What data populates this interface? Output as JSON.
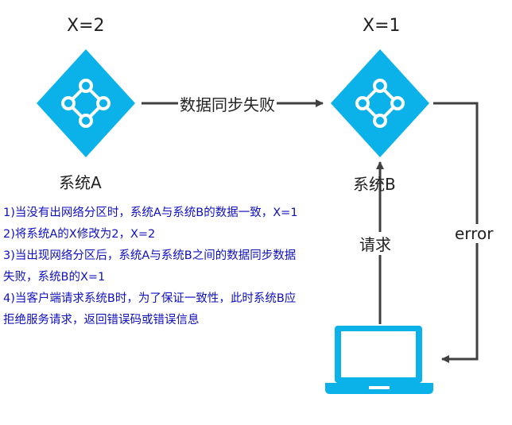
{
  "nodes": {
    "a": {
      "value_label": "X=2",
      "name": "系统A",
      "icon": "network-node-icon"
    },
    "b": {
      "value_label": "X=1",
      "name": "系统B",
      "icon": "network-node-icon"
    },
    "client": {
      "icon": "laptop-icon"
    }
  },
  "edges": {
    "sync": "数据同步失败",
    "request": "请求",
    "error": "error"
  },
  "notes": [
    "1)当没有出网络分区时，系统A与系统B的数据一致，X=1",
    "2)将系统A的X修改为2，X=2",
    "3)当出现网络分区后，系统A与系统B之间的数据同步数据",
    "失败，系统B的X=1",
    "4)当客户端请求系统B时，为了保证一致性，此时系统B应",
    "拒绝服务请求，返回错误码或错误信息"
  ],
  "colors": {
    "node": "#0ab2e9",
    "arrow": "#404040",
    "notes": "#1010c0"
  }
}
